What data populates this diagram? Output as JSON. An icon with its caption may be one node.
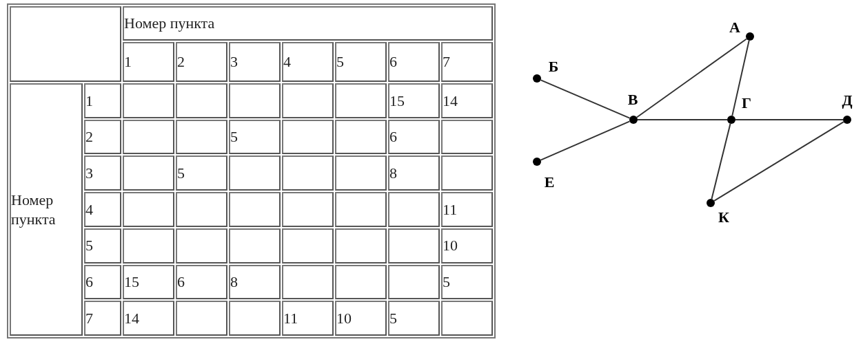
{
  "diagram": {
    "nodes": [
      {
        "text": [
          "А"
        ]
      },
      {
        "text": [
          "Б"
        ]
      },
      {
        "text": [
          "В"
        ]
      },
      {
        "text": [
          "Г"
        ]
      },
      {
        "text": [
          "Д"
        ]
      },
      {
        "text": [
          "Е"
        ]
      },
      {
        "text": [
          "К"
        ]
      }
    ],
    "edges": [
      {
        "from": 1,
        "to": 2,
        "arrow": "none"
      },
      {
        "from": 5,
        "to": 2,
        "arrow": "none"
      },
      {
        "from": 2,
        "to": 0,
        "arrow": "none"
      },
      {
        "from": 2,
        "to": 3,
        "arrow": "none"
      },
      {
        "from": 3,
        "to": 4,
        "arrow": "none"
      },
      {
        "from": 0,
        "to": 3,
        "arrow": "none"
      },
      {
        "from": 3,
        "to": 6,
        "arrow": "none"
      },
      {
        "from": 4,
        "to": 6,
        "arrow": "none"
      }
    ],
    "labels": [
      "Номер пункта",
      "1",
      "2",
      "3",
      "4",
      "5",
      "6",
      "7",
      "Номер пункта",
      "1",
      "15",
      "14",
      "2",
      "5",
      "6",
      "3",
      "5",
      "8",
      "4",
      "11",
      "5",
      "10",
      "6",
      "15",
      "6",
      "8",
      "5",
      "7",
      "14",
      "11",
      "10",
      "5"
    ]
  }
}
